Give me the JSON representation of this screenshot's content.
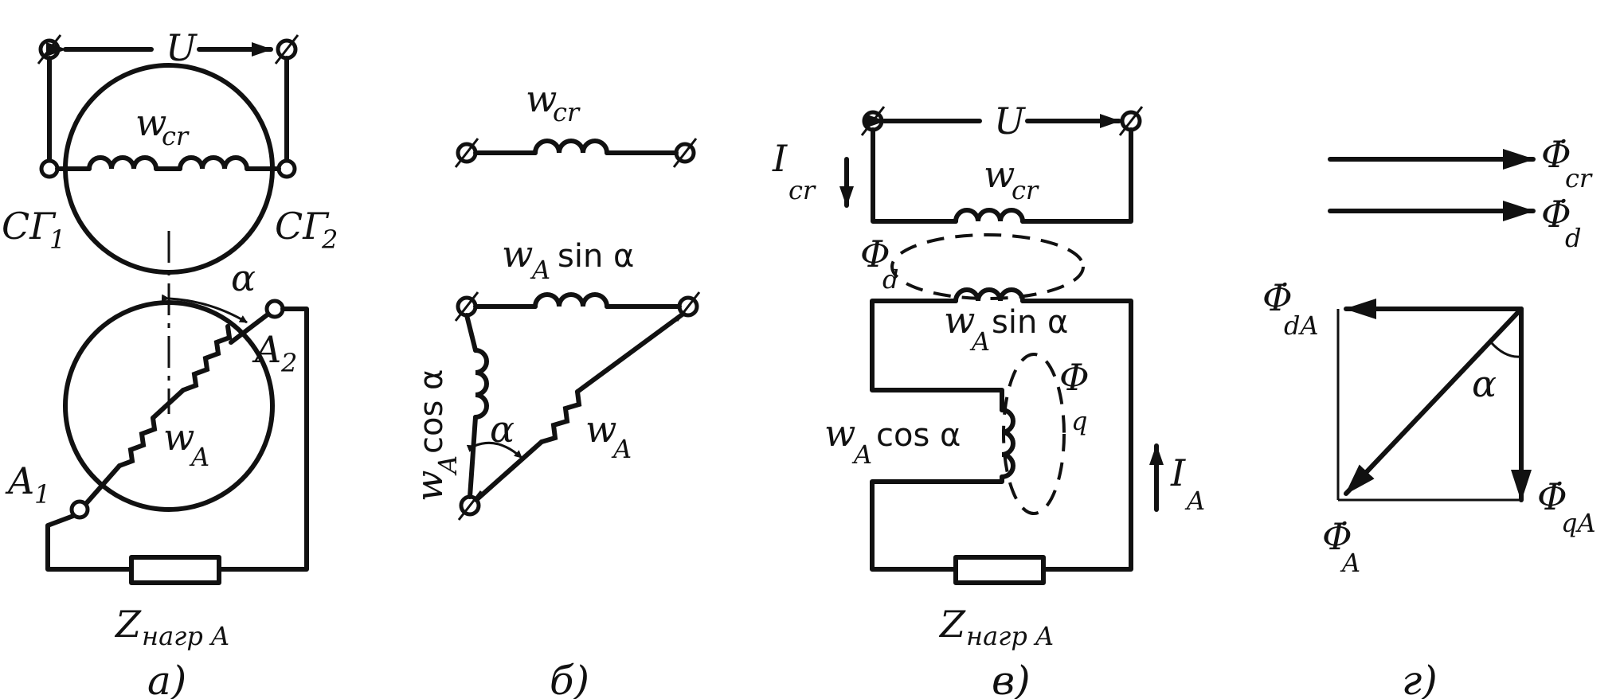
{
  "panels": {
    "a": {
      "caption": "а)",
      "U": "U",
      "w_cr": "w",
      "w_cr_sub": "cr",
      "terminal_1": "CΓ",
      "terminal_1_sub": "1",
      "terminal_2": "CΓ",
      "terminal_2_sub": "2",
      "angle": "α",
      "A1": "A",
      "A1_sub": "1",
      "A2": "A",
      "A2_sub": "2",
      "w_A": "w",
      "w_A_sub": "A",
      "load": "Z",
      "load_sub": "нагр A"
    },
    "b": {
      "caption": "б)",
      "w_cr": "w",
      "w_cr_sub": "cr",
      "w_sin": "w",
      "w_sin_sub": "A",
      "sin_text": "sin α",
      "w_cos": "w",
      "w_cos_sub": "A",
      "cos_text": "cos α",
      "angle": "α",
      "w_A": "w",
      "w_A_sub": "A"
    },
    "c": {
      "caption": "в)",
      "U": "U",
      "I_cr": "I",
      "I_cr_sub": "cr",
      "w_cr": "w",
      "w_cr_sub": "cr",
      "phi_d": "Φ",
      "phi_d_sub": "d",
      "w_sin": "w",
      "w_sin_sub": "A",
      "sin_text": "sin α",
      "phi_q": "Φ",
      "phi_q_sub": "q",
      "w_cos": "w",
      "w_cos_sub": "A",
      "cos_text": "cos α",
      "I_A": "I",
      "I_A_sub": "A",
      "load": "Z",
      "load_sub": "нагр A"
    },
    "d": {
      "caption": "г)",
      "phi_cr": "Φ̇",
      "phi_cr_sub": "cr",
      "phi_d": "Φ̇",
      "phi_d_sub": "d",
      "phi_dA": "Φ̇",
      "phi_dA_sub": "dA",
      "angle": "α",
      "phi_A": "Φ̇",
      "phi_A_sub": "A",
      "phi_qA": "Φ̇",
      "phi_qA_sub": "qA"
    }
  }
}
